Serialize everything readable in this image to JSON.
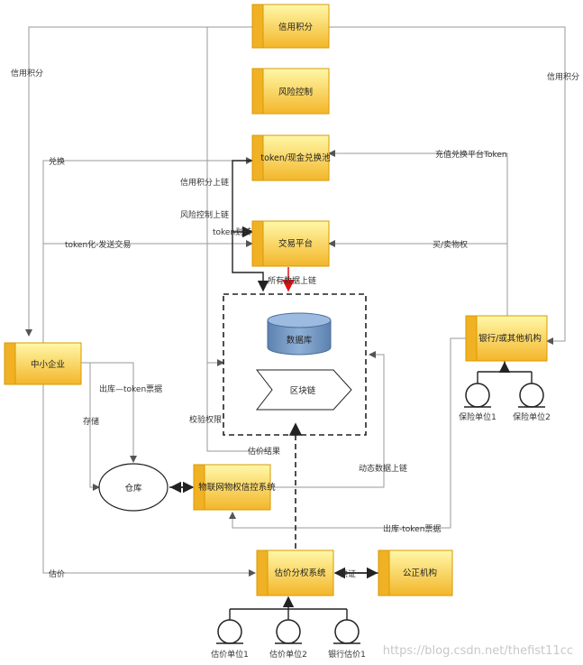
{
  "nodes": {
    "credit_score": "信用积分",
    "risk_control": "风险控制",
    "token_exchange": "token/现金兑换池",
    "trade_platform": "交易平台",
    "bank": "银行/或其他机构",
    "sme": "中小企业",
    "warehouse": "仓库",
    "iot": "物联网物权信控系统",
    "valuation": "估价分权系统",
    "notary": "公正机构",
    "database": "数据库",
    "blockchain": "区块链"
  },
  "people": {
    "insurance1": "保险单位1",
    "insurance2": "保险单位2",
    "appraiser1": "估价单位1",
    "appraiser2": "估价单位2",
    "bank_appraiser1": "银行估价1"
  },
  "edges": {
    "credit_left": "信用积分",
    "credit_right": "信用积分",
    "redeem": "兑换",
    "recharge": "充值兑换平台Token",
    "credit_onchain": "信用积分上链",
    "risk_onchain": "风险控制上链",
    "token_transfer": "token划转",
    "tokenize_trade": "token化-发送交易",
    "buy_sell": "买/卖物权",
    "all_data_onchain": "所有数据上链",
    "out_ticket_top": "出库—token票据",
    "storage": "存储",
    "verify": "校验权限",
    "valuation_result": "估价结果",
    "dynamic_onchain": "动态数据上链",
    "out_ticket_bottom": "出库-token票据",
    "valuate": "估价",
    "provide_evidence": "供证"
  },
  "watermark": "https://blog.csdn.net/thefist11cc",
  "colors": {
    "box_fill_top": "#fff59a",
    "box_fill_bottom": "#f0b224",
    "box_stroke": "#d99a00",
    "db_fill": "#6f93bf",
    "arrow_red": "#e01010"
  }
}
